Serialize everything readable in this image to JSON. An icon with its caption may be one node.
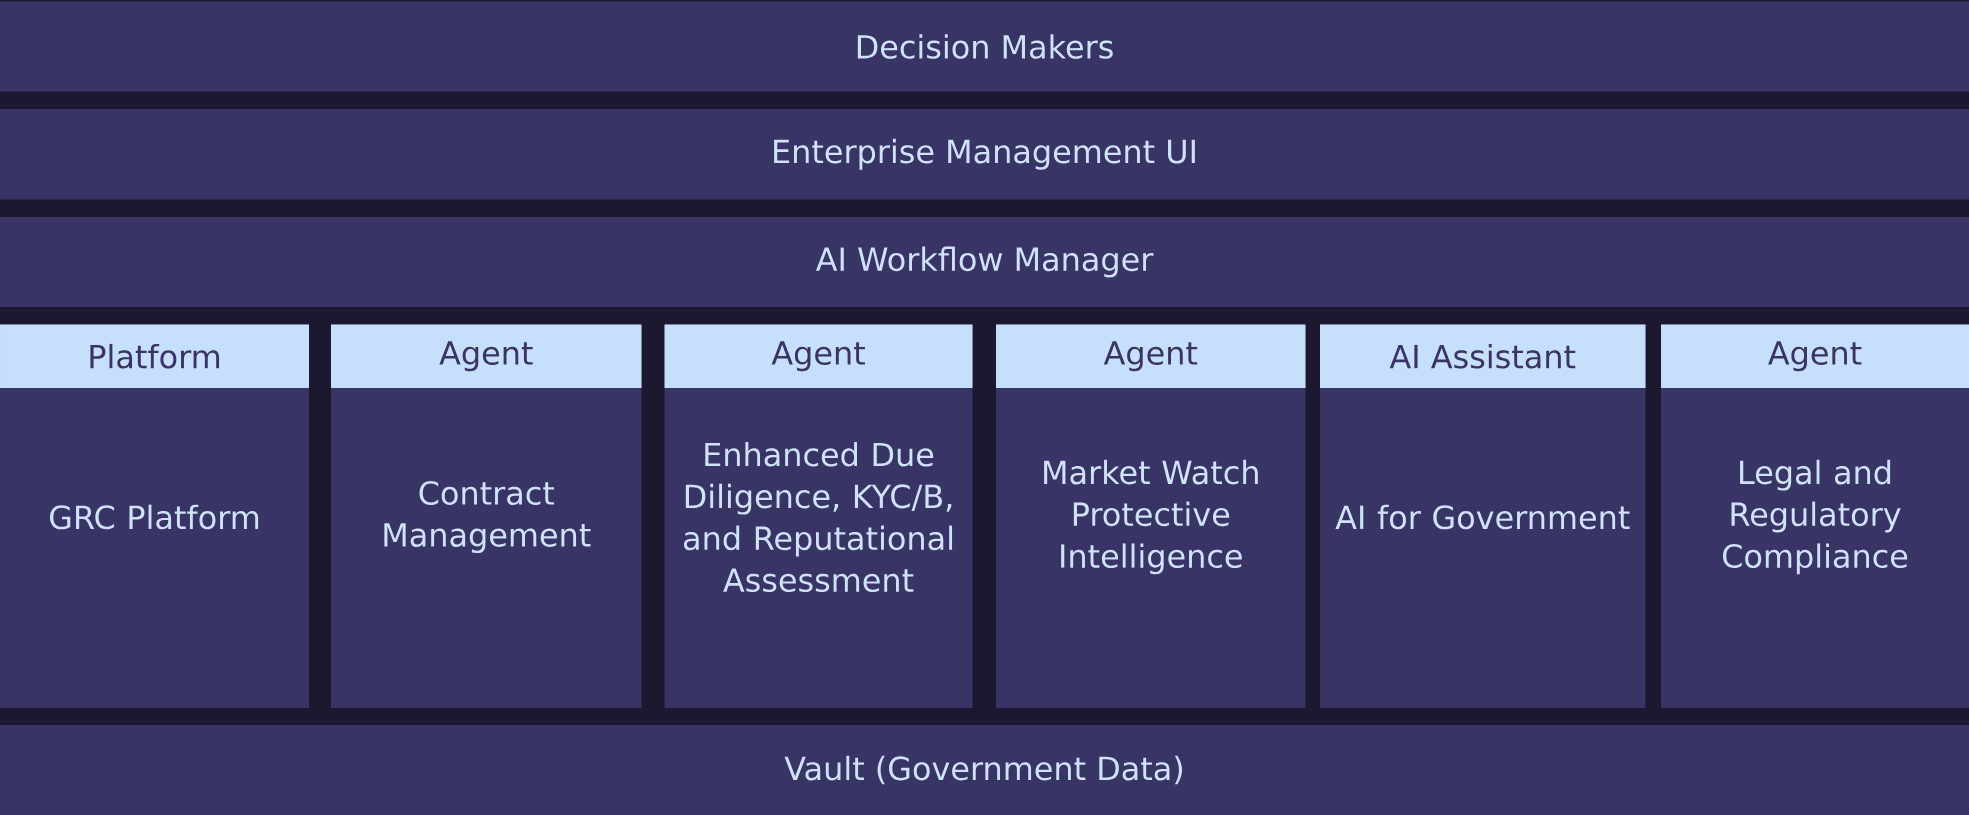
{
  "diagram": {
    "nodes": [
      {
        "text": [
          "Decision Makers"
        ]
      },
      {
        "text": [
          "Enterprise Management UI"
        ]
      },
      {
        "text": [
          "AI Workflow Manager"
        ]
      },
      {
        "text": [
          "Platform",
          "GRC Platform"
        ]
      },
      {
        "text": [
          "Agent",
          "Contract Management"
        ]
      },
      {
        "text": [
          "Agent",
          "Enhanced Due Diligence, KYC/B, and Reputational Assessment"
        ]
      },
      {
        "text": [
          "Agent",
          "Market Watch Protective Intelligence"
        ]
      },
      {
        "text": [
          "AI Assistant",
          "AI for Government"
        ]
      },
      {
        "text": [
          "Agent",
          "Legal and Regulatory Compliance"
        ]
      },
      {
        "text": [
          "Vault (Government Data)"
        ]
      }
    ]
  }
}
